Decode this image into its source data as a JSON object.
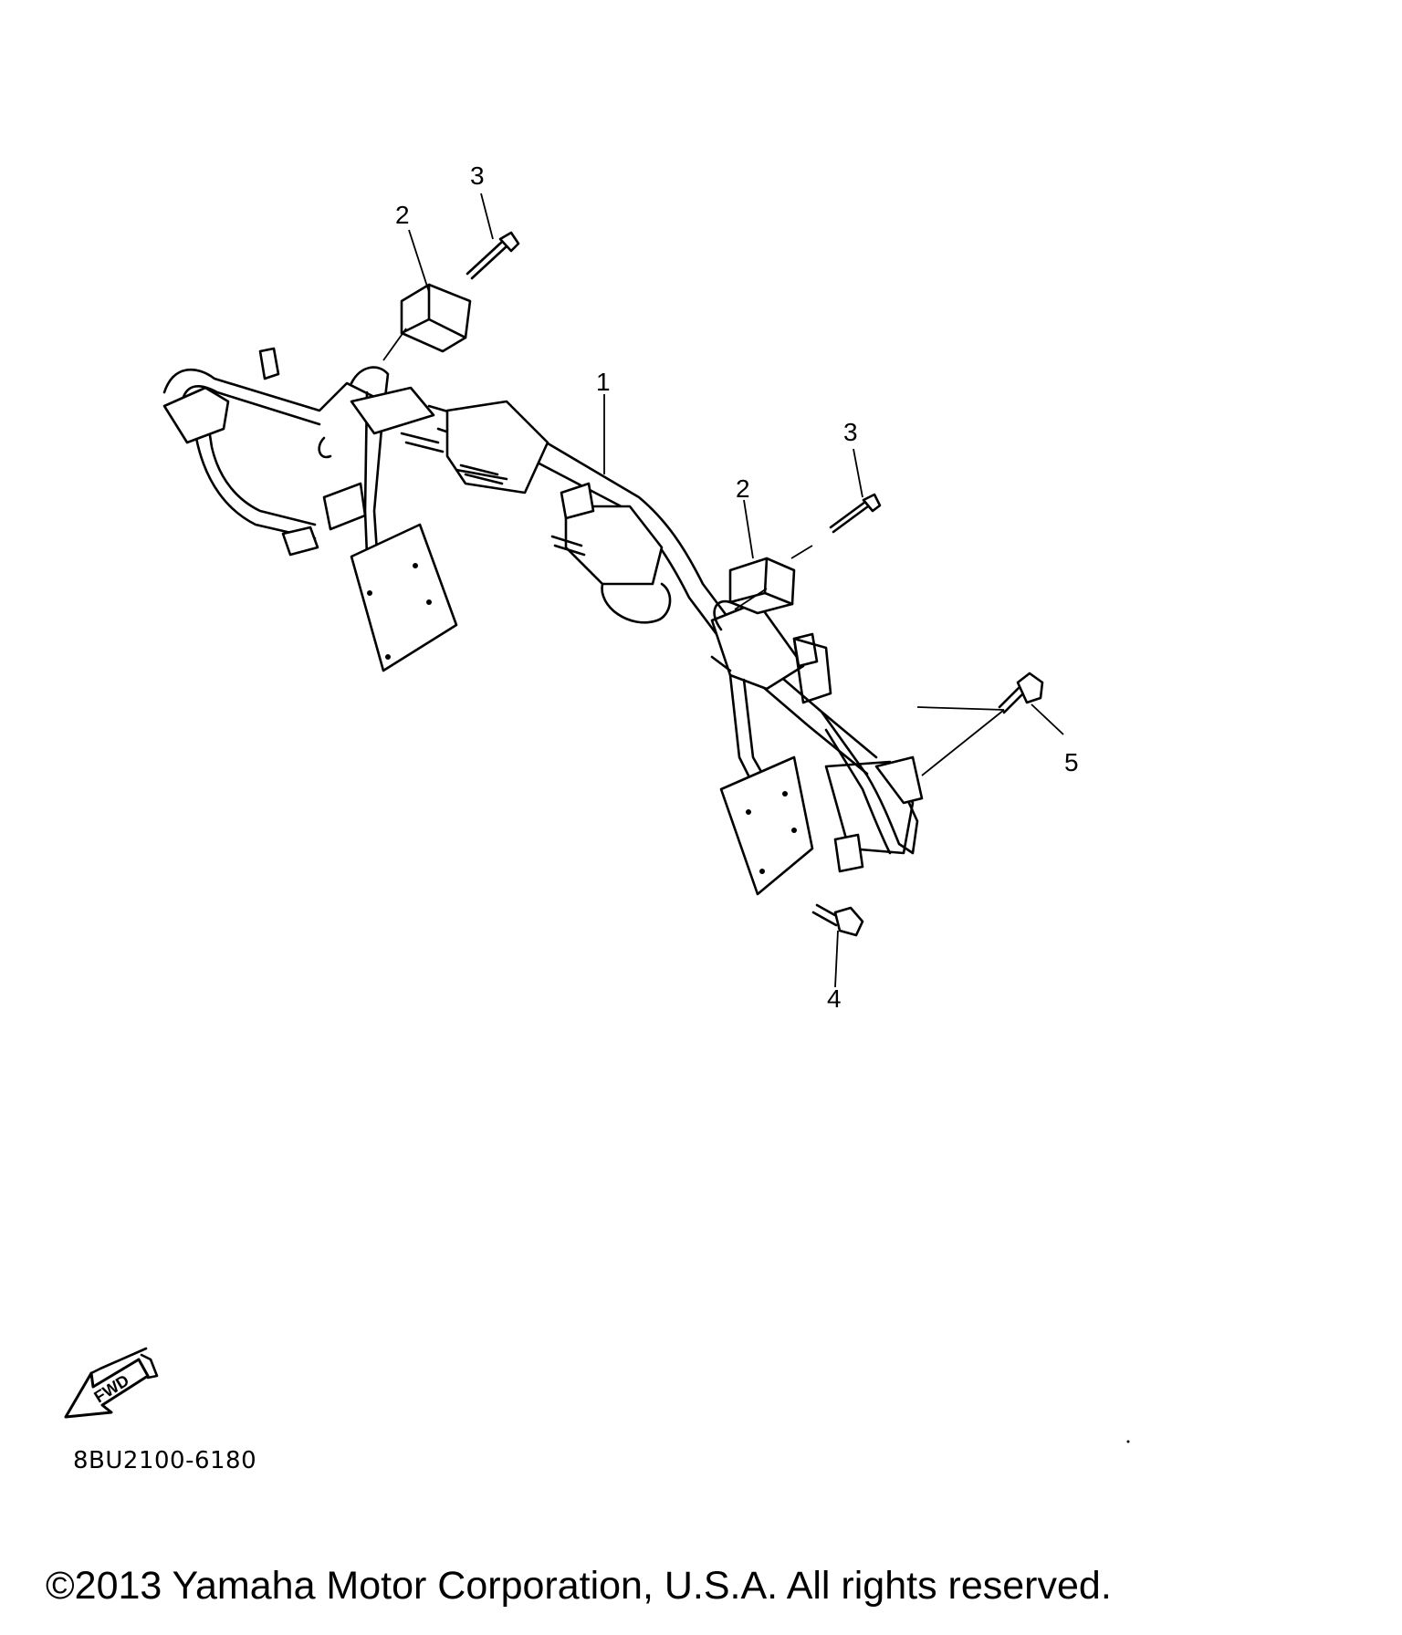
{
  "callouts": {
    "c1": "1",
    "c2a": "2",
    "c2b": "2",
    "c3a": "3",
    "c3b": "3",
    "c4": "4",
    "c5": "5"
  },
  "fwd_arrow": {
    "label": "FWD"
  },
  "diagram_code": "8BU2100-6180",
  "copyright": "©2013 Yamaha Motor Corporation, U.S.A. All rights reserved."
}
